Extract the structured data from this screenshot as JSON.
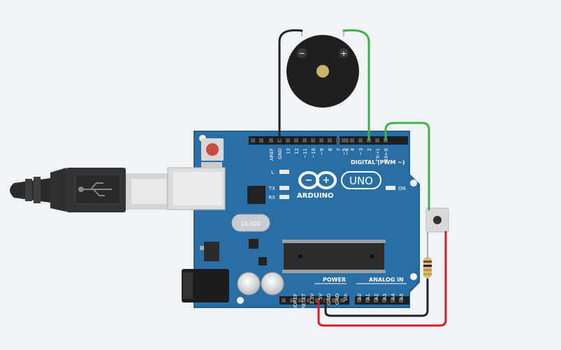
{
  "board": {
    "brand": "ARDUINO",
    "model": "UNO",
    "digital_label": "DIGITAL (PWM ~)",
    "power_label": "POWER",
    "analog_label": "ANALOG IN",
    "on_label": "ON",
    "tx_label": "TX",
    "rx_label": "RX",
    "l_label": "L",
    "crystal_label": "16.000"
  },
  "digital_pins": [
    "AREF",
    "GND",
    "13",
    "12",
    "~11",
    "~10",
    "~9",
    "8",
    "7",
    "~6",
    "~5",
    "4",
    "~3",
    "2",
    "TX→1",
    "RX←0"
  ],
  "power_pins": [
    "IOREF",
    "RESET",
    "3.3V",
    "5V",
    "GND",
    "GND",
    "Vin"
  ],
  "analog_pins": [
    "A0",
    "A1",
    "A2",
    "A3",
    "A4",
    "A5"
  ],
  "buzzer": {
    "minus": "−",
    "plus": "+"
  },
  "colors": {
    "board": "#2a6ea6",
    "wire_black": "#222222",
    "wire_green": "#3cb34a",
    "wire_red": "#d81e26"
  }
}
